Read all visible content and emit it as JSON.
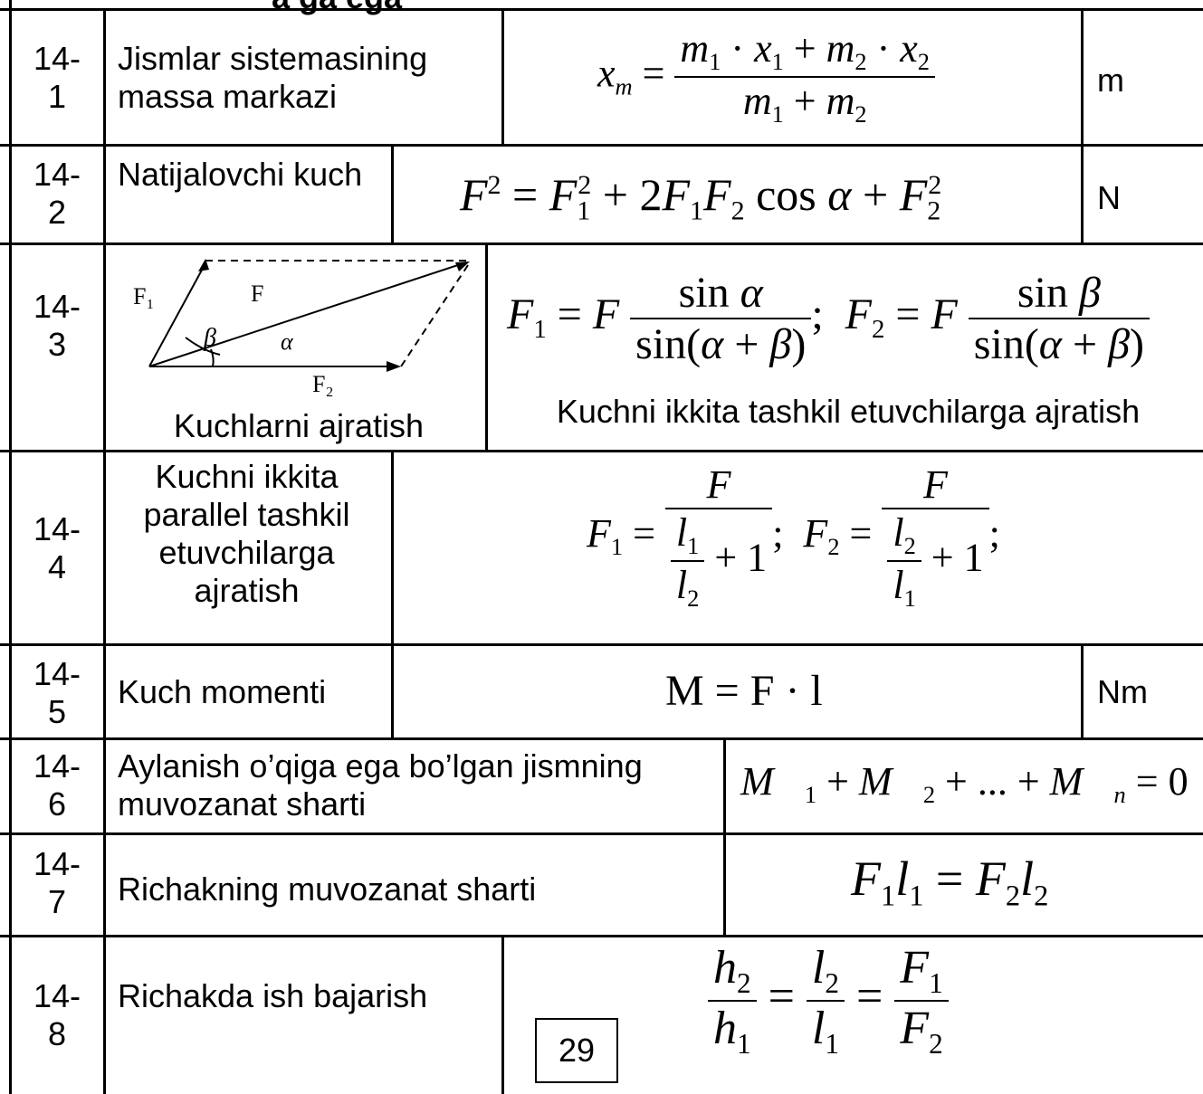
{
  "header": {
    "partial_text": "a ga ega"
  },
  "rows": [
    {
      "num": "14-\n1",
      "label": "Jismlar sistemasining massa markazi",
      "unit": "m"
    },
    {
      "num": "14-\n2",
      "label": "Natijalovchi kuch",
      "unit": "N"
    },
    {
      "num": "14-\n3",
      "label": "Kuchlarni ajratish",
      "caption": "Kuchni ikkita tashkil etuvchilarga ajratish",
      "diagram": {
        "f1": "F₁",
        "f": "F",
        "f2": "F₂",
        "alpha": "α",
        "beta": "β"
      }
    },
    {
      "num": "14-\n4",
      "label": "Kuchni ikkita parallel tashkil etuvchilarga ajratish"
    },
    {
      "num": "14-\n5",
      "label": "Kuch momenti",
      "unit": "Nm"
    },
    {
      "num": "14-\n6",
      "label": "Aylanish o’qiga ega bo’lgan jismning muvozanat sharti"
    },
    {
      "num": "14-\n7",
      "label": "Richakning muvozanat sharti"
    },
    {
      "num": "14-\n8",
      "label": "Richakda ish bajarish"
    }
  ],
  "page_number": "29"
}
